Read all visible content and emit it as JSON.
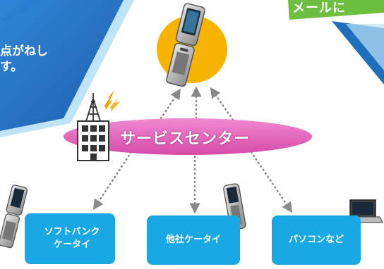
{
  "diagram": {
    "center_node": {
      "label": "サービスセンター"
    },
    "top_node": {
      "icon": "mobile-phone-icon"
    },
    "destinations": [
      {
        "label_lines": [
          "ソフトバンク",
          "ケータイ"
        ],
        "icon": "mobile-phone-icon"
      },
      {
        "label_lines": [
          "他社ケータイ"
        ],
        "icon": "mobile-phone-icon"
      },
      {
        "label_lines": [
          "パソコンなど"
        ],
        "icon": "laptop-icon"
      }
    ]
  },
  "banner_left": {
    "lines": [
      "点がねし",
      "す。"
    ]
  },
  "banner_right": {
    "text": "メールに"
  },
  "colors": {
    "blue_panel": "#1f6fbf",
    "sky_blue_box": "#1aa8e4",
    "green_banner": "#6cbf3f",
    "magenta_ellipse": "#e463b8",
    "orange_circle": "#f6b400",
    "arrow_gray": "#8a8a8a"
  }
}
